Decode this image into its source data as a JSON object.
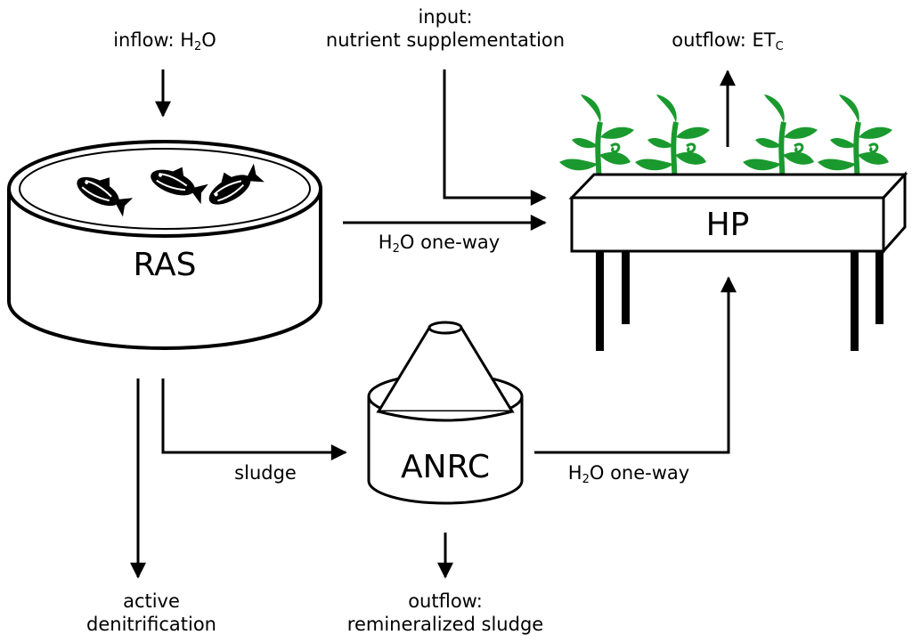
{
  "inflow": {
    "prefix": "inflow: H",
    "sub": "2",
    "suffix": "O"
  },
  "input": {
    "line1": "input:",
    "line2": "nutrient supplementation"
  },
  "outflow_et": {
    "prefix": "outflow: ET",
    "sub": "C"
  },
  "ras_label": "RAS",
  "hp_label": "HP",
  "anrc_label": "ANRC",
  "h2o_oneway_top": {
    "prefix": "H",
    "sub": "2",
    "suffix": "O one-way"
  },
  "h2o_oneway_bottom": {
    "prefix": "H",
    "sub": "2",
    "suffix": "O one-way"
  },
  "sludge_label": "sludge",
  "active_denitrification": {
    "line1": "active",
    "line2": "denitrification"
  },
  "outflow_sludge": {
    "line1": "outflow:",
    "line2": "remineralized sludge"
  },
  "colors": {
    "line": "#000000",
    "plant": "#1a9a2e",
    "fish": "#000000",
    "background": "#ffffff"
  },
  "icons": {
    "fish": "fish-icon",
    "plant": "plant-icon"
  }
}
